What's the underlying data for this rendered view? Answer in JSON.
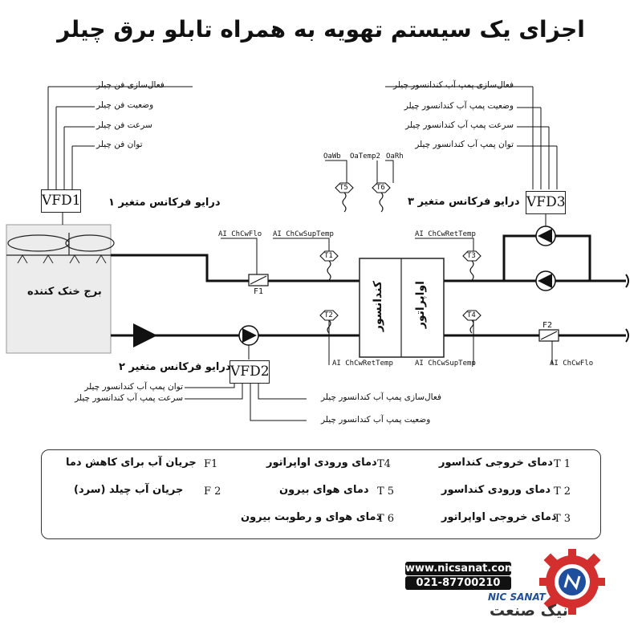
{
  "title": "اجزای یک سیستم تهویه به همراه تابلو برق چیلر",
  "vfd1": {
    "label": "VFD1",
    "signals": [
      "فعال‌سازی فن چیلر",
      "وضعیت فن چیلر",
      "سرعت فن چیلر",
      "توان فن چیلر"
    ],
    "drive_label": "درایو فرکانس متغیر ۱"
  },
  "vfd2": {
    "label": "VFD2",
    "signals_left": [
      "توان پمپ آب کندانسور چیلر",
      "سرعت پمپ آب کندانسور چیلر"
    ],
    "signals_right": [
      "فعال‌سازی پمپ آب کندانسور چیلر",
      "وضعیت پمپ آب کندانسور چیلر"
    ],
    "drive_label": "درایو فرکانس متغیر ۲"
  },
  "vfd3": {
    "label": "VFD3",
    "signals": [
      "فعال‌سازی پمپ آب کندانسور چیلر",
      "وضعیت پمپ آب کندانسور چیلر",
      "سرعت پمپ آب کندانسور چیلر",
      "توان پمپ آب کندانسور چیلر"
    ],
    "drive_label": "درایو فرکانس متغیر ۳"
  },
  "cooling_tower": "برج خنک کننده",
  "condenser": "کندانسور",
  "evaporator": "اواپراتور",
  "sensors": {
    "t1": "T1",
    "t2": "T2",
    "t3": "T3",
    "t4": "T4",
    "t5": "T5",
    "t6": "T6",
    "f1": "F1",
    "f2": "F2"
  },
  "points": {
    "chcwflo_top": "AI ChCwFlo",
    "chcwsuptemp_top": "AI ChCwSupTemp",
    "chcwrettemp_top": "AI ChCwRetTemp",
    "chcwrettemp_bot": "AI ChCwRetTemp",
    "chcwsuptemp_bot": "AI ChCwSupTemp",
    "chcwflo_bot": "AI ChCwFlo",
    "oawb": "OaWb",
    "oatemp2": "OaTemp2",
    "oarh": "OaRh"
  },
  "legend": {
    "t1": {
      "key": "T 1",
      "text": "دمای خروجی کنداسور"
    },
    "t2": {
      "key": "T 2",
      "text": "دمای ورودی کنداسور"
    },
    "t3": {
      "key": "T 3",
      "text": "دمای خروجی اواپراتور"
    },
    "t4": {
      "key": "T4",
      "text": "دمای ورودی اواپراتور"
    },
    "t5": {
      "key": "T 5",
      "text": "دمای  هوای بیرون"
    },
    "t6": {
      "key": "T 6",
      "text": "دمای هوای و رطوبت بیرون"
    },
    "f1": {
      "key": "F1",
      "text": "جریان آب برای کاهش دما"
    },
    "f2": {
      "key": "F 2",
      "text": "جریان آب چیلد (سرد)"
    }
  },
  "brand": {
    "website": "www.nicsanat.com",
    "phone": "021-87700210",
    "name_en": "NIC SANAT",
    "name_fa": "نیک صنعت"
  }
}
